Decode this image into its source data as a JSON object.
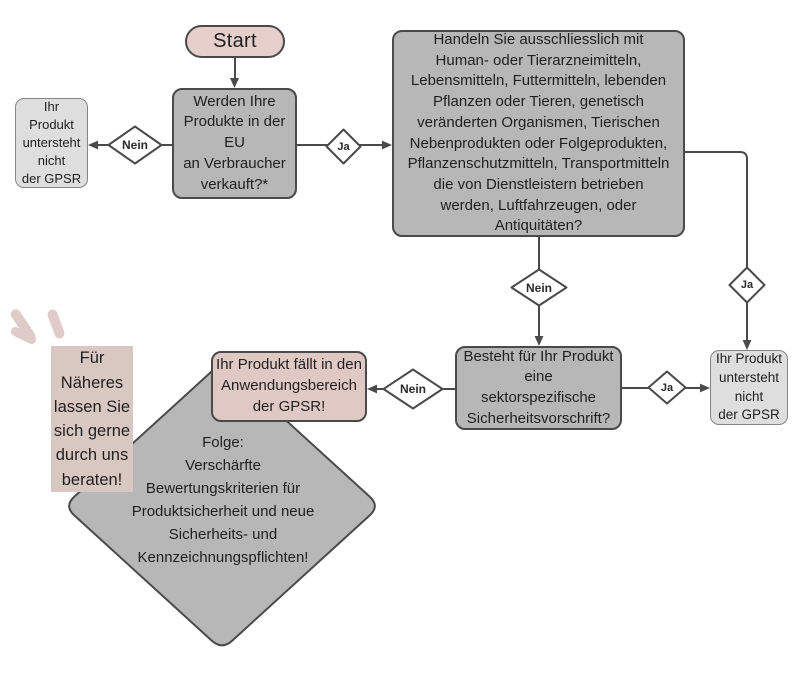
{
  "flowchart": {
    "nodes": {
      "start": {
        "label": "Start"
      },
      "q_eu_sale": {
        "text": "Werden Ihre\nProdukte in der\nEU\nan Verbraucher\nverkauft?*"
      },
      "out_left": {
        "text": "Ihr\nProdukt\nuntersteht\nnicht\nder GPSR"
      },
      "q_exclusions": {
        "text": "Handeln Sie ausschliesslich mit\nHuman- oder Tierarzneimitteln,\nLebensmitteln, Futtermitteln, lebenden\nPflanzen oder Tieren, genetisch\nveränderten Organismen, Tierischen\nNebenprodukten oder Folgeprodukten,\nPflanzenschutzmitteln, Transportmitteln\ndie von Dienstleistern betrieben\nwerden, Luftfahrzeugen, oder\nAntiquitäten?"
      },
      "q_sector": {
        "text": "Besteht für Ihr Produkt\neine\nsektorspezifische\nSicherheitsvorschrift?"
      },
      "out_right": {
        "text": "Ihr Produkt\nuntersteht\nnicht\nder GPSR"
      },
      "scope": {
        "text": "Ihr Produkt fällt in den\nAnwendungsbereich\nder GPSR!"
      },
      "consequence": {
        "text": "Folge:\nVerschärfte\nBewertungskriterien für\nProduktsicherheit und neue\nSicherheits- und\nKennzeichnungspflichten!"
      },
      "advice": {
        "text": "Für\nNäheres\nlassen Sie\nsich gerne\ndurch uns\nberaten!"
      }
    },
    "labels": {
      "nein1": "Nein",
      "ja1": "Ja",
      "nein2": "Nein",
      "ja2": "Ja",
      "nein3": "Nein",
      "ja3": "Ja"
    },
    "colors": {
      "node_gray": "#b7b7b7",
      "node_light": "#dedede",
      "node_pink": "#e0c9c5",
      "advice_pink": "#d9c7c2",
      "line": "#4a4a4a",
      "text": "#1f1f1f"
    }
  }
}
